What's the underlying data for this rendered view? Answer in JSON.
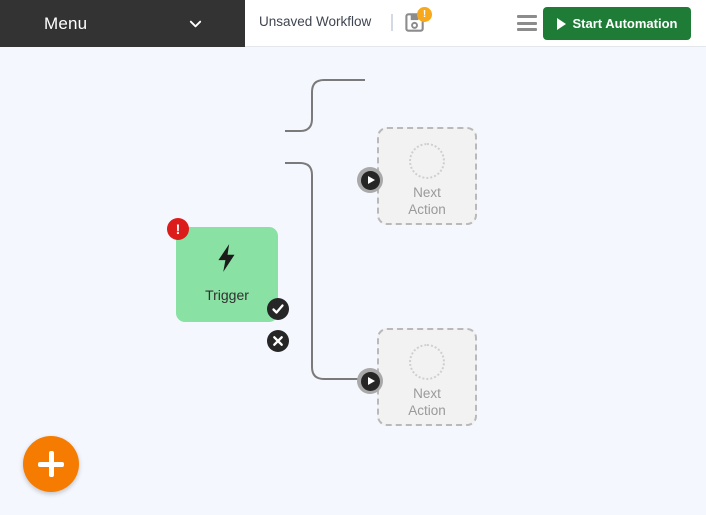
{
  "topbar": {
    "menu_label": "Menu",
    "menu_caret_icon": "chevron-down-icon",
    "workflow_title": "Unsaved Workflow",
    "save_icon": "floppy-save-icon",
    "save_badge_text": "!",
    "save_badge_color": "#f7a81b",
    "hamburger_icon": "hamburger-menu-icon",
    "start_button_label": "Start Automation",
    "start_button_icon": "play-icon",
    "start_button_color": "#1e7c37",
    "menu_block_color": "#333333"
  },
  "canvas": {
    "background_color": "#f4f7fd",
    "edge_color": "#7a7a7a",
    "nodes": {
      "trigger": {
        "label": "Trigger",
        "icon": "lightning-bolt-icon",
        "color": "#8ae1a4",
        "error_badge_text": "!",
        "error_badge_color": "#dc1b1b",
        "success_handle_icon": "check-circle-icon",
        "failure_handle_icon": "x-circle-icon"
      },
      "next_actions": [
        {
          "label_line1": "Next",
          "label_line2": "Action",
          "placeholder_icon": "dotted-circle-icon",
          "input_handle_icon": "play-circle-icon"
        },
        {
          "label_line1": "Next",
          "label_line2": "Action",
          "placeholder_icon": "dotted-circle-icon",
          "input_handle_icon": "play-circle-icon"
        }
      ]
    },
    "add_button": {
      "icon": "plus-icon",
      "color": "#f57c00"
    }
  }
}
